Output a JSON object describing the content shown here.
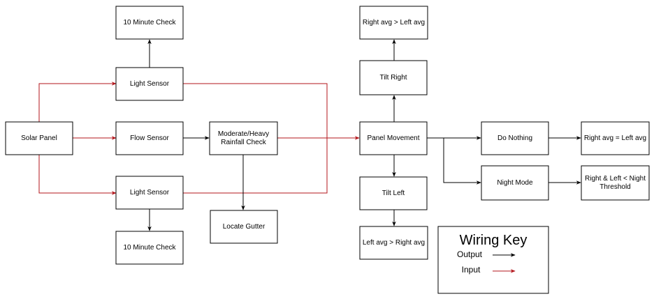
{
  "colors": {
    "output": "#000000",
    "input": "#b3151b"
  },
  "nodes": {
    "solar_panel": [
      "Solar Panel"
    ],
    "check_top": [
      "10 Minute Check"
    ],
    "light_top": [
      "Light Sensor"
    ],
    "flow_sensor": [
      "Flow Sensor"
    ],
    "light_bottom": [
      "Light Sensor"
    ],
    "check_bottom": [
      "10 Minute Check"
    ],
    "rainfall_check": [
      "Moderate/Heavy",
      "Rainfall Check"
    ],
    "locate_gutter": [
      "Locate Gutter"
    ],
    "right_gt_left": [
      "Right avg > Left avg"
    ],
    "tilt_right": [
      "Tilt Right"
    ],
    "panel_movement": [
      "Panel Movement"
    ],
    "tilt_left": [
      "Tilt Left"
    ],
    "left_gt_right": [
      "Left avg > Right avg"
    ],
    "do_nothing": [
      "Do Nothing"
    ],
    "right_eq_left": [
      "Right avg = Left avg"
    ],
    "night_mode": [
      "Night Mode"
    ],
    "night_threshold": [
      "Right & Left < Night",
      "Threshold"
    ]
  },
  "wiring_key": {
    "title": "Wiring Key",
    "output_label": "Output",
    "input_label": "Input"
  }
}
